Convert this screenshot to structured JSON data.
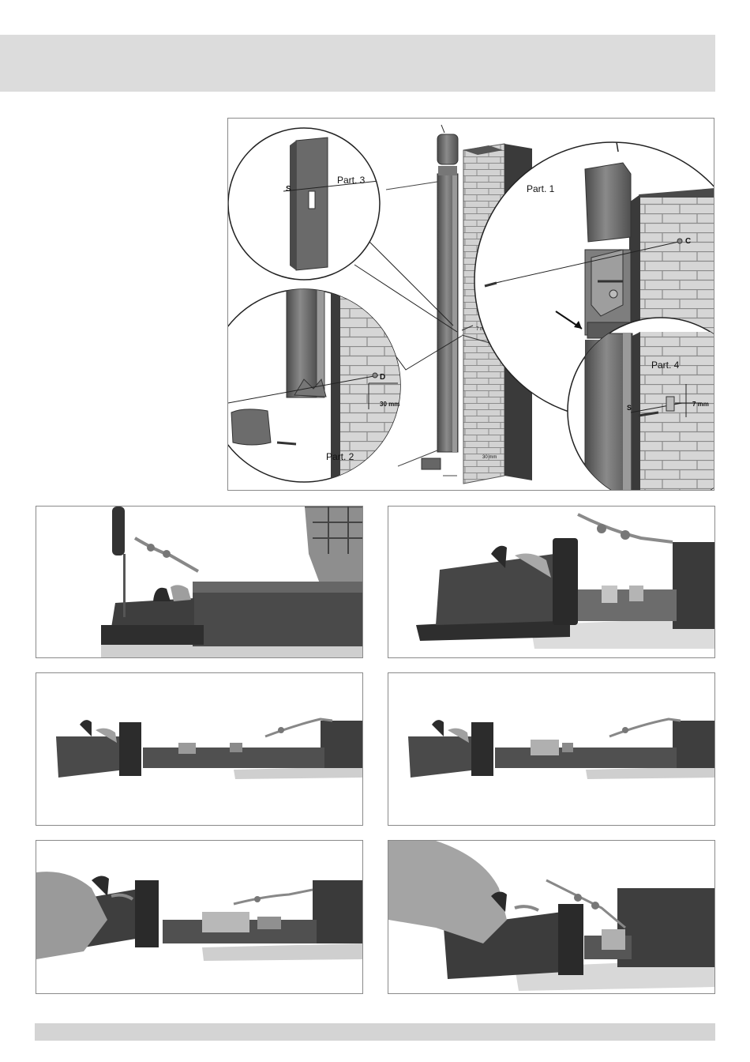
{
  "diagram": {
    "callouts": {
      "part1": "Part. 1",
      "part2": "Part. 2",
      "part3": "Part. 3",
      "part4": "Part. 4"
    },
    "point_labels": {
      "c": "C",
      "d": "D",
      "s_top": "S",
      "s_bottom": "S"
    },
    "dimensions": {
      "spacing_30": "30 mm",
      "spacing_7": "7 mm",
      "main_7": "7 mm",
      "main_30": "30 mm"
    }
  },
  "colors": {
    "header_bar": "#dcdcdc",
    "footer_bar": "#d4d4d4",
    "housing": "#5a5a5a",
    "brick": "#c8c8c8"
  }
}
